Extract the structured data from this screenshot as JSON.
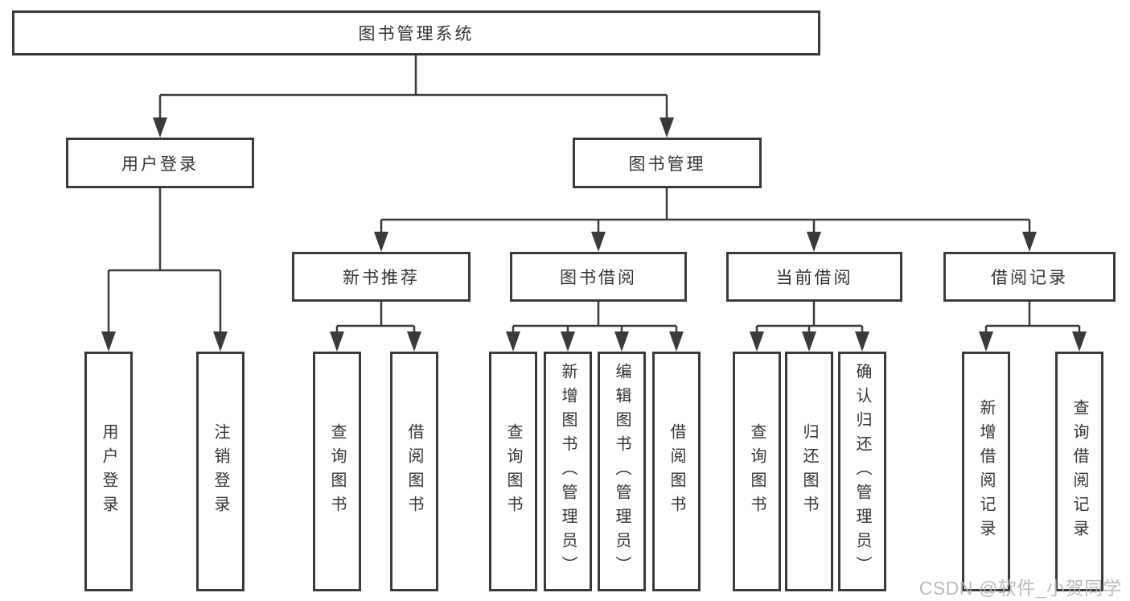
{
  "colors": {
    "line": "#3a3a3a",
    "text": "#333333",
    "watermark_text": "#b9b3b3",
    "background": "#ffffff"
  },
  "diagram": {
    "root_label": "图书管理系统",
    "user_login": {
      "label": "用户登录",
      "children": [
        "用户登录",
        "注销登录"
      ]
    },
    "book_management": {
      "label": "图书管理",
      "sections": [
        {
          "label": "新书推荐",
          "children": [
            "查询图书",
            "借阅图书"
          ]
        },
        {
          "label": "图书借阅",
          "children": [
            "查询图书",
            "新增图书（管理员）",
            "编辑图书（管理员）",
            "借阅图书"
          ]
        },
        {
          "label": "当前借阅",
          "children": [
            "查询图书",
            "归还图书",
            "确认归还（管理员）"
          ]
        },
        {
          "label": "借阅记录",
          "children": [
            "新增借阅记录",
            "查询借阅记录"
          ]
        }
      ]
    },
    "watermark": "CSDN @软件_小贺同学"
  }
}
